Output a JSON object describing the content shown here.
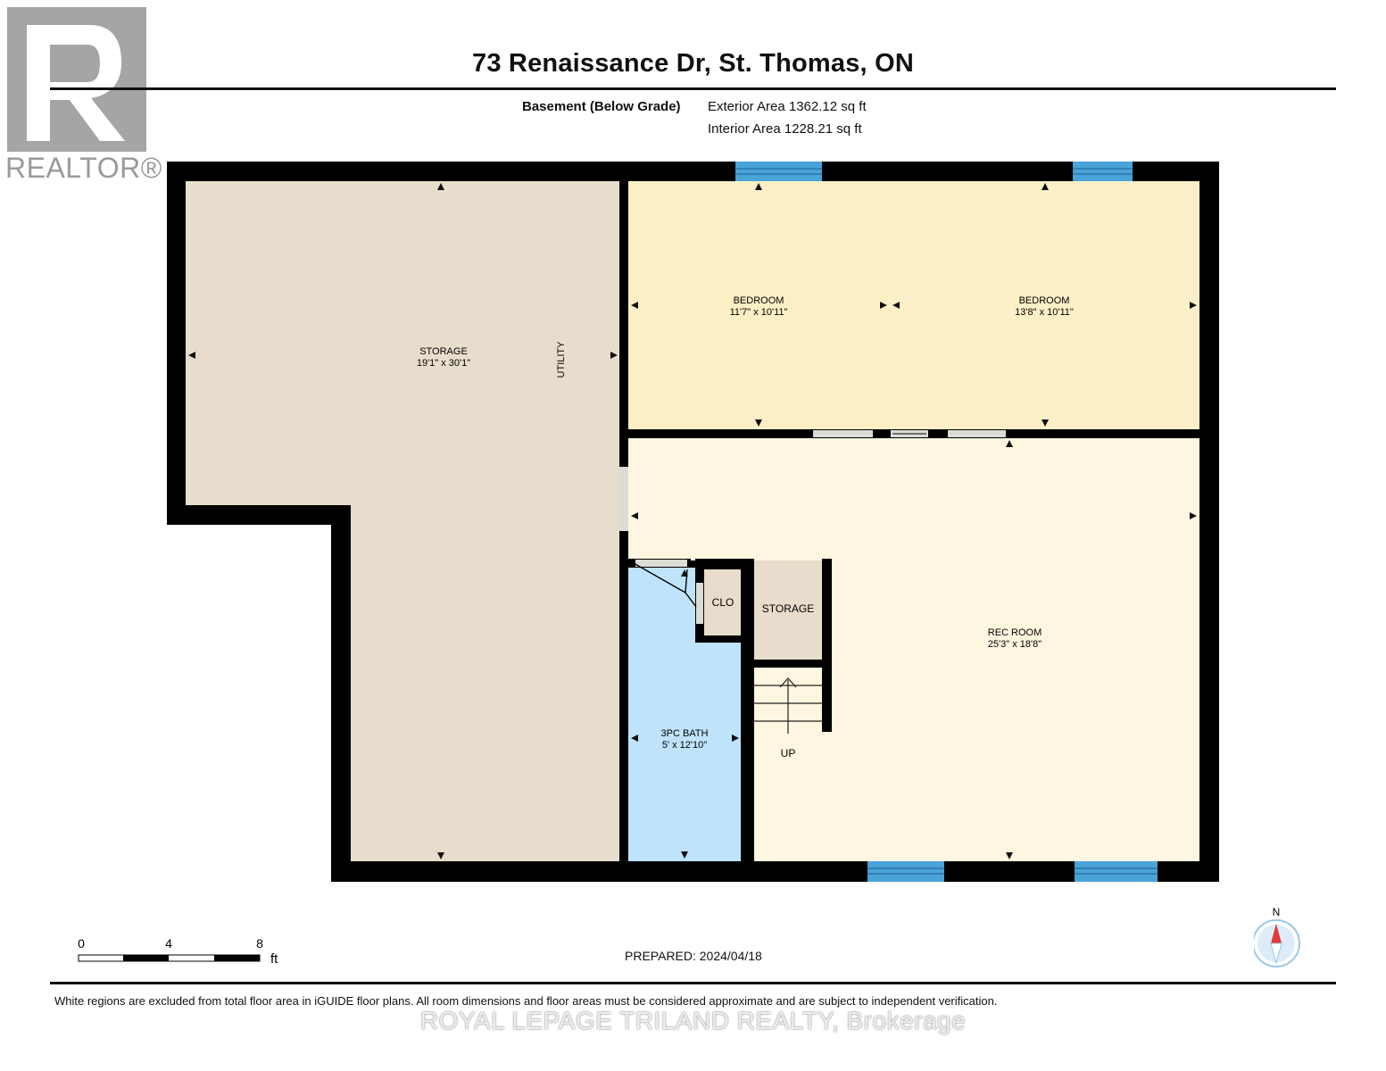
{
  "header": {
    "title": "73 Renaissance Dr, St. Thomas, ON",
    "level": "Basement (Below Grade)",
    "exterior_area": "Exterior Area 1362.12 sq ft",
    "interior_area": "Interior Area 1228.21 sq ft"
  },
  "logo": {
    "text": "REALTOR®"
  },
  "rooms": {
    "storage_main": {
      "name": "STORAGE",
      "dims": "19'1\" x 30'1\""
    },
    "utility": {
      "name": "UTILITY"
    },
    "bedroom_1": {
      "name": "BEDROOM",
      "dims": "11'7\" x 10'11\""
    },
    "bedroom_2": {
      "name": "BEDROOM",
      "dims": "13'8\" x 10'11\""
    },
    "rec_room": {
      "name": "REC ROOM",
      "dims": "25'3\" x 18'8\""
    },
    "bath": {
      "name": "3PC BATH",
      "dims": "5' x 12'10\""
    },
    "closet": {
      "name": "CLO"
    },
    "storage_small": {
      "name": "STORAGE"
    },
    "stairs": {
      "label": "UP"
    }
  },
  "colors": {
    "wall": "#000000",
    "storage": "#e8ddcd",
    "bedroom": "#fdefc5",
    "rec_room": "#fef6e0",
    "bath": "#bfe3fb",
    "window": "#4aa3d8",
    "door": "#dcdcd6"
  },
  "scale_bar": {
    "ticks": [
      "0",
      "4",
      "8"
    ],
    "unit": "ft"
  },
  "footer": {
    "prepared": "PREPARED: 2024/04/18",
    "disclaimer": "White regions are excluded from total floor area in iGUIDE floor plans. All room dimensions and floor areas must be considered approximate and are subject to independent verification.",
    "watermark": "ROYAL LEPAGE TRILAND REALTY, Brokerage"
  },
  "compass": {
    "label": "N"
  }
}
